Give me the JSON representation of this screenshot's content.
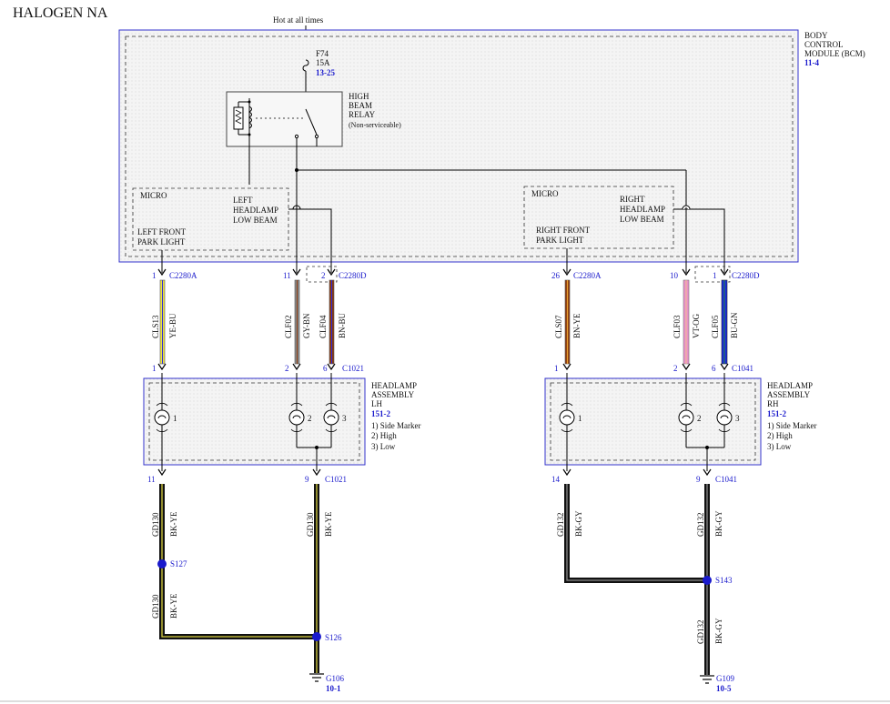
{
  "title": "HALOGEN NA",
  "hot_label": "Hot at all times",
  "bcm": {
    "l1": "BODY",
    "l2": "CONTROL",
    "l3": "MODULE (BCM)",
    "ref": "11-4"
  },
  "fuse": {
    "name": "F74",
    "rating": "15A",
    "ref": "13-25"
  },
  "relay": {
    "l1": "HIGH",
    "l2": "BEAM",
    "l3": "RELAY",
    "l4": "(Non-serviceable)"
  },
  "micro_left": {
    "title": "MICRO",
    "low1": "LEFT",
    "low2": "HEADLAMP",
    "low3": "LOW BEAM",
    "park1": "LEFT FRONT",
    "park2": "PARK LIGHT"
  },
  "micro_right": {
    "title": "MICRO",
    "low1": "RIGHT",
    "low2": "HEADLAMP",
    "low3": "LOW BEAM",
    "park1": "RIGHT FRONT",
    "park2": "PARK LIGHT"
  },
  "connectors": {
    "c2280a": "C2280A",
    "c2280d": "C2280D",
    "c1021": "C1021",
    "c1041": "C1041"
  },
  "pins": {
    "lp_top": "1",
    "lh_top": "11",
    "ll_top": "2",
    "rp_top": "26",
    "rh_top": "10",
    "rl_top": "1",
    "lp_bot": "1",
    "lh_bot": "2",
    "ll_bot": "6",
    "rp_bot": "1",
    "rh_bot": "2",
    "rl_bot": "6",
    "l_gnd1": "11",
    "l_gnd2": "9",
    "r_gnd1": "14",
    "r_gnd2": "9",
    "lamp1": "1",
    "lamp2": "2",
    "lamp3": "3"
  },
  "wires": {
    "w1_circ": "CLS13",
    "w1_col": "YE-BU",
    "w2_circ": "CLF02",
    "w2_col": "GY-BN",
    "w3_circ": "CLF04",
    "w3_col": "BN-BU",
    "w4_circ": "CLS07",
    "w4_col": "BN-YE",
    "w5_circ": "CLF03",
    "w5_col": "VT-OG",
    "w6_circ": "CLF05",
    "w6_col": "BU-GN",
    "g1_circ": "GD130",
    "g1_col": "BK-YE",
    "g2_circ": "GD132",
    "g2_col": "BK-GY"
  },
  "headlamp_lh": {
    "l1": "HEADLAMP",
    "l2": "ASSEMBLY",
    "l3": "LH",
    "ref": "151-2",
    "k1": "1) Side Marker",
    "k2": "2) High",
    "k3": "3) Low"
  },
  "headlamp_rh": {
    "l1": "HEADLAMP",
    "l2": "ASSEMBLY",
    "l3": "RH",
    "ref": "151-2",
    "k1": "1) Side Marker",
    "k2": "2) High",
    "k3": "3) Low"
  },
  "splices": {
    "s127": "S127",
    "s126": "S126",
    "s143": "S143"
  },
  "grounds": {
    "g106": "G106",
    "g106_ref": "10-1",
    "g109": "G109",
    "g109_ref": "10-5"
  },
  "colors": {
    "border_blue": "#3333cc",
    "label_blue": "#1a1acc",
    "ye": "#e8e04a",
    "gy": "#8a8a8a",
    "bn": "#8b3a10",
    "bu": "#1a2adf",
    "vt": "#d76bb3",
    "og": "#e0a070",
    "gn": "#2a8a2a"
  }
}
